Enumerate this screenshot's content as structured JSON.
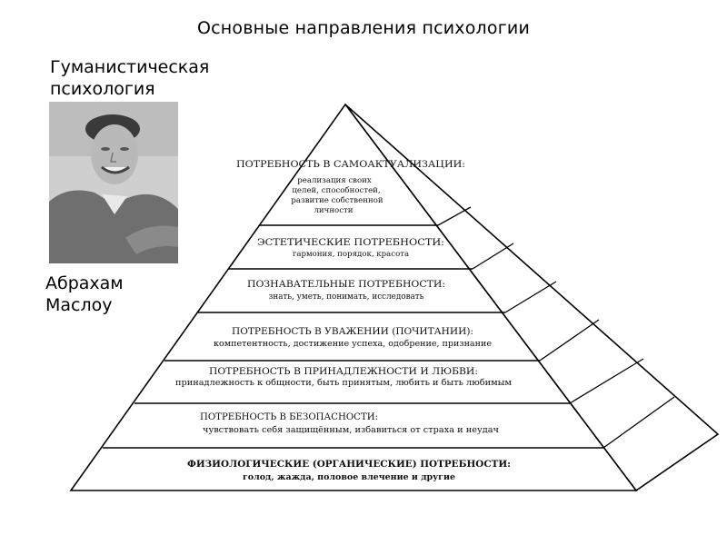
{
  "title": "Основные направления психологии",
  "school": {
    "line1": "Гуманистическая",
    "line2": "психология"
  },
  "person": {
    "line1": "Абрахам",
    "line2": "Маслоу"
  },
  "levels": [
    {
      "heading": "ПОТРЕБНОСТЬ В САМОАКТУАЛИЗАЦИИ:",
      "details": [
        "реализация своих",
        "целей, способностей,",
        "развитие собственной",
        "личности"
      ]
    },
    {
      "heading": "ЭСТЕТИЧЕСКИЕ ПОТРЕБНОСТИ:",
      "details": [
        "гармония, порядок, красота"
      ]
    },
    {
      "heading": "ПОЗНАВАТЕЛЬНЫЕ ПОТРЕБНОСТИ:",
      "details": [
        "знать, уметь, понимать, исследовать"
      ]
    },
    {
      "heading": "ПОТРЕБНОСТЬ В УВАЖЕНИИ (ПОЧИТАНИИ):",
      "details": [
        "компетентность, достижение успеха, одобрение, признание"
      ]
    },
    {
      "heading": "ПОТРЕБНОСТЬ В ПРИНАДЛЕЖНОСТИ И ЛЮБВИ:",
      "details": [
        "принадлежность к общности, быть принятым, любить и быть любимым"
      ]
    },
    {
      "heading": "ПОТРЕБНОСТЬ В БЕЗОПАСНОСТИ:",
      "details": [
        "чувствовать себя защищённым, избавиться от страха и неудач"
      ]
    },
    {
      "heading": "ФИЗИОЛОГИЧЕСКИЕ (ОРГАНИЧЕСКИЕ) ПОТРЕБНОСТИ:",
      "details": [
        "голод, жажда, половое влечение и другие"
      ]
    }
  ]
}
